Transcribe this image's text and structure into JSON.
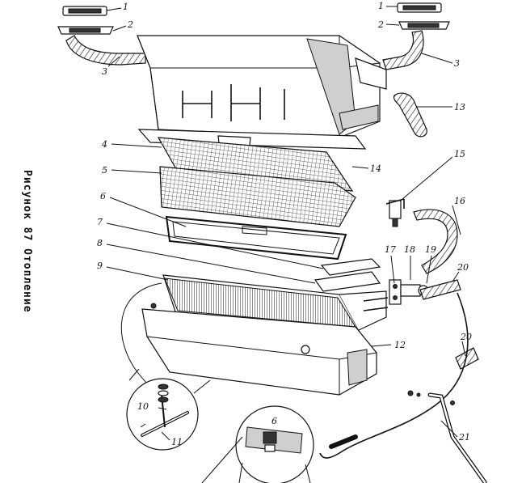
{
  "figure": {
    "caption": "Рисунок 87 Отопление"
  },
  "callouts": [
    {
      "id": "c1a",
      "text": "1"
    },
    {
      "id": "c2a",
      "text": "2"
    },
    {
      "id": "c3a",
      "text": "3"
    },
    {
      "id": "c1b",
      "text": "1"
    },
    {
      "id": "c2b",
      "text": "2"
    },
    {
      "id": "c3b",
      "text": "3"
    },
    {
      "id": "c13",
      "text": "13"
    },
    {
      "id": "c4",
      "text": "4"
    },
    {
      "id": "c14",
      "text": "14"
    },
    {
      "id": "c5",
      "text": "5"
    },
    {
      "id": "c15",
      "text": "15"
    },
    {
      "id": "c6",
      "text": "6"
    },
    {
      "id": "c16",
      "text": "16"
    },
    {
      "id": "c7",
      "text": "7"
    },
    {
      "id": "c8",
      "text": "8"
    },
    {
      "id": "c17",
      "text": "17"
    },
    {
      "id": "c18",
      "text": "18"
    },
    {
      "id": "c19",
      "text": "19"
    },
    {
      "id": "c20a",
      "text": "20"
    },
    {
      "id": "c9",
      "text": "9"
    },
    {
      "id": "c12",
      "text": "12"
    },
    {
      "id": "c20b",
      "text": "20"
    },
    {
      "id": "c10",
      "text": "10"
    },
    {
      "id": "c11",
      "text": "11"
    },
    {
      "id": "c6b",
      "text": "6"
    },
    {
      "id": "c21",
      "text": "21"
    }
  ]
}
